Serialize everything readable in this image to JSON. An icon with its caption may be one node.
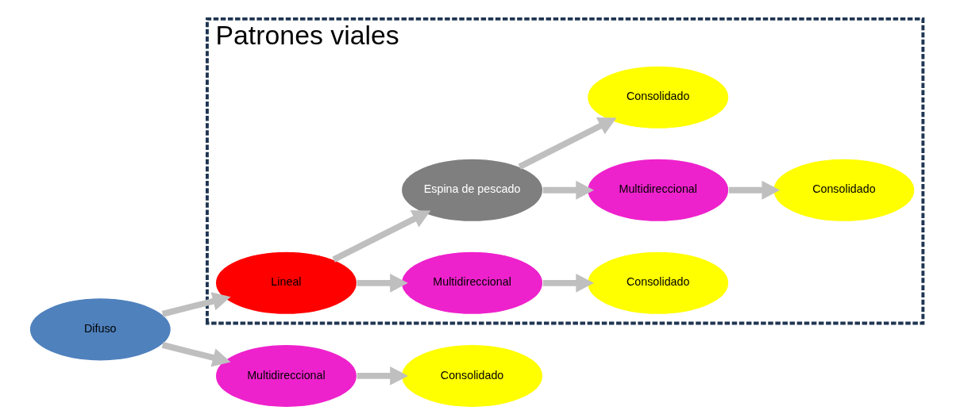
{
  "diagram": {
    "nodes": [
      {
        "text": [
          "Difuso"
        ]
      },
      {
        "text": [
          "Patrones viales"
        ]
      },
      {
        "text": [
          "Lineal"
        ],
        "in": 1
      },
      {
        "text": [
          "Multidireccional"
        ],
        "in": 1
      },
      {
        "text": [
          "Consolidado"
        ],
        "in": 1
      },
      {
        "text": [
          "Espina de pescado"
        ],
        "in": 1
      },
      {
        "text": [
          "Multidireccional"
        ],
        "in": 1
      },
      {
        "text": [
          "Consolidado"
        ],
        "in": 1
      },
      {
        "text": [
          "Consolidado"
        ],
        "in": 1
      },
      {
        "text": [
          "Multidireccional"
        ]
      },
      {
        "text": [
          "Consolidado"
        ]
      }
    ],
    "edges": [
      {
        "from": 0,
        "to": 2,
        "arrow": "to"
      },
      {
        "from": 2,
        "to": 3,
        "arrow": "to"
      },
      {
        "from": 3,
        "to": 4,
        "arrow": "to"
      },
      {
        "from": 2,
        "to": 5,
        "arrow": "to"
      },
      {
        "from": 5,
        "to": 6,
        "arrow": "to"
      },
      {
        "from": 6,
        "to": 7,
        "arrow": "to"
      },
      {
        "from": 5,
        "to": 8,
        "arrow": "to"
      },
      {
        "from": 0,
        "to": 9,
        "arrow": "to"
      },
      {
        "from": 9,
        "to": 10,
        "arrow": "to"
      }
    ]
  }
}
